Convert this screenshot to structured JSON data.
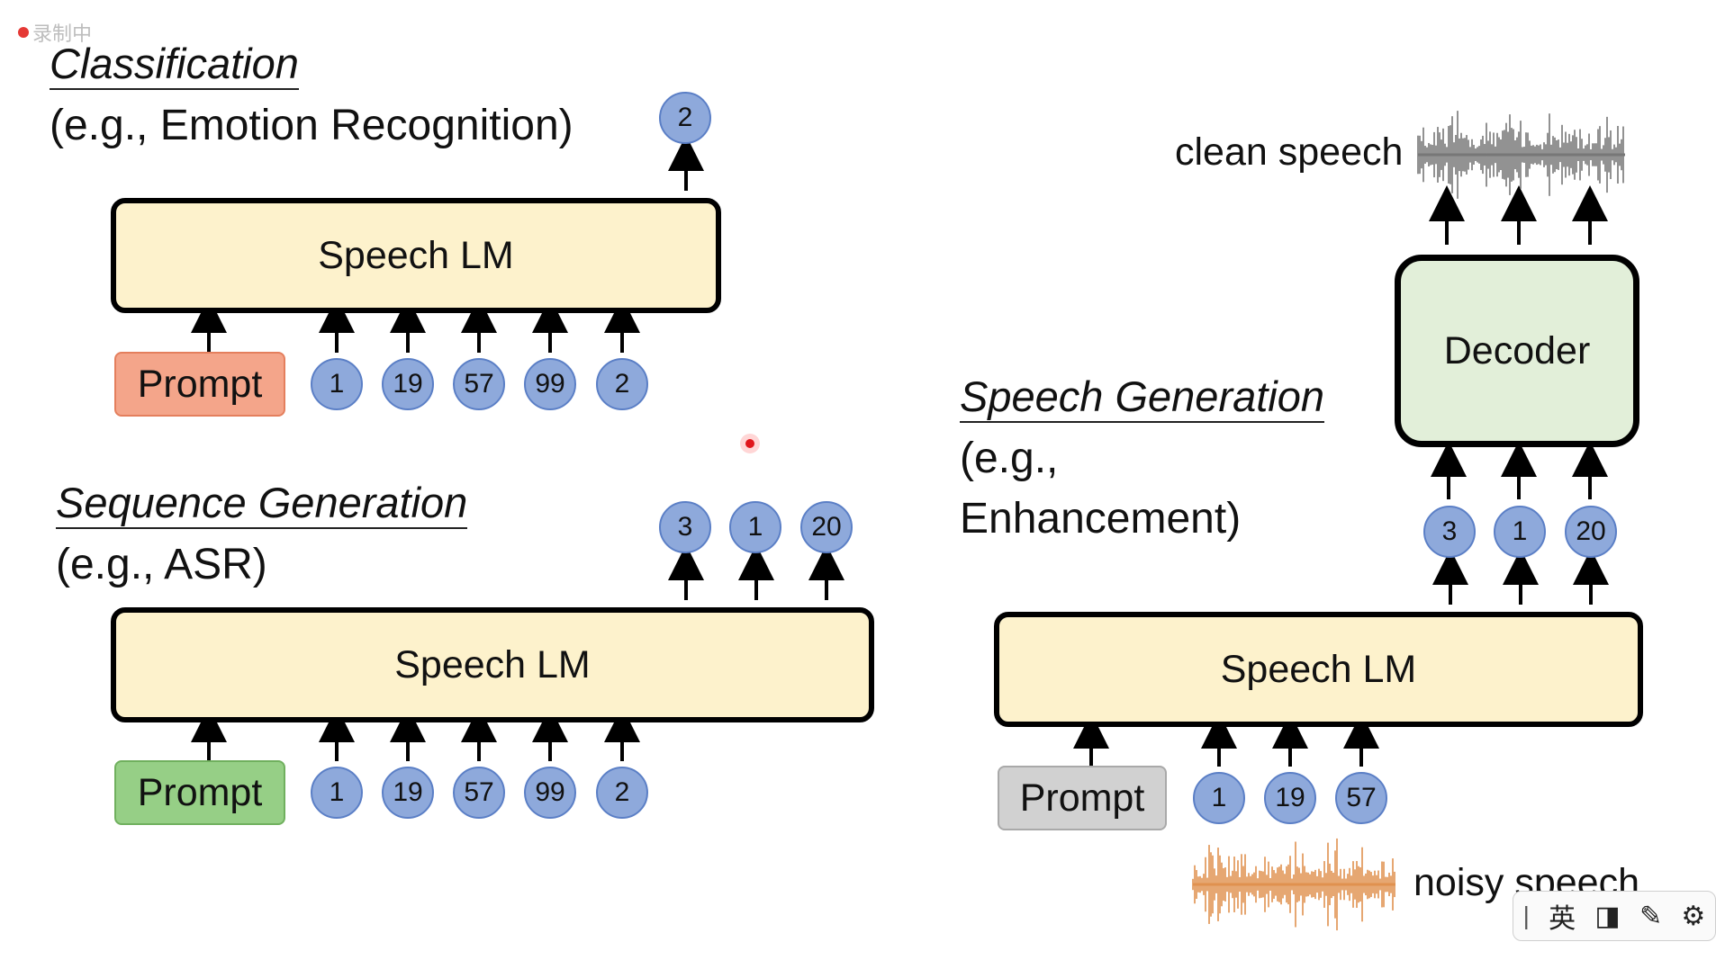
{
  "recording": {
    "label": "录制中"
  },
  "classification": {
    "title": "Classification",
    "subtitle": "(e.g., Emotion Recognition)",
    "model_label": "Speech LM",
    "prompt_label": "Prompt",
    "input_tokens": [
      "1",
      "19",
      "57",
      "99",
      "2"
    ],
    "output_tokens": [
      "2"
    ]
  },
  "sequence": {
    "title": "Sequence Generation",
    "subtitle": "(e.g., ASR)",
    "model_label": "Speech LM",
    "prompt_label": "Prompt",
    "input_tokens": [
      "1",
      "19",
      "57",
      "99",
      "2"
    ],
    "output_tokens": [
      "3",
      "1",
      "20"
    ]
  },
  "speech_gen": {
    "title": "Speech Generation",
    "subtitle_line1": "(e.g.,",
    "subtitle_line2": "Enhancement)",
    "model_label": "Speech LM",
    "decoder_label": "Decoder",
    "prompt_label": "Prompt",
    "input_tokens": [
      "1",
      "19",
      "57"
    ],
    "output_tokens": [
      "3",
      "1",
      "20"
    ],
    "clean_label": "clean speech",
    "noisy_label": "noisy speech"
  },
  "colors": {
    "lm_fill": "#fdf2cc",
    "decoder_fill": "#e2efd9",
    "token_fill": "#8ea9db",
    "prompt_orange": "#f4a58a",
    "prompt_green": "#96cf86",
    "prompt_gray": "#d1d1d1",
    "clean_wave": "#777777",
    "noisy_wave": "#e0914f"
  },
  "ime_toolbar": {
    "lang_label": "英",
    "icons": [
      "cursor-icon",
      "half-width-icon",
      "brush-icon",
      "gear-icon"
    ]
  }
}
